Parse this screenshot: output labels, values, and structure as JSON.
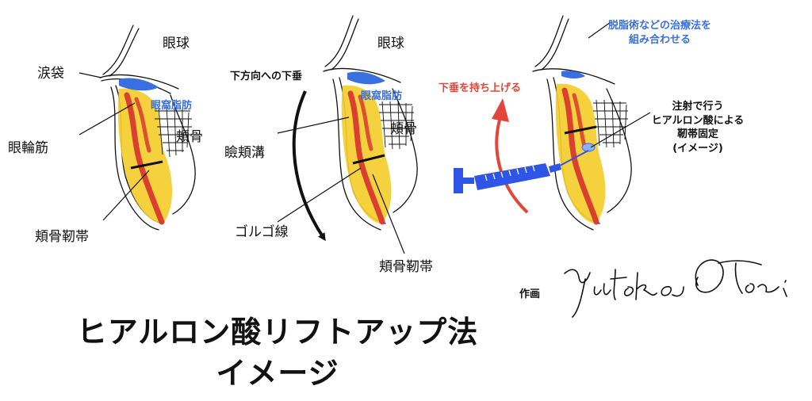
{
  "panel1": {
    "label_eyeball": "眼球",
    "label_tear_trough": "涙袋",
    "label_orbital_fat": "眼窩脂肪",
    "label_orbicularis": "眼輪筋",
    "label_cheekbone": "頬骨",
    "label_zygomatic_ligament": "頬骨靭帯"
  },
  "panel2": {
    "label_eyeball": "眼球",
    "label_downward_sag": "下方向への下垂",
    "label_orbital_fat": "眼窩脂肪",
    "label_cheekbone": "頬骨",
    "label_palpebromalar_groove": "瞼頬溝",
    "label_golgo_line": "ゴルゴ線",
    "label_zygomatic_ligament": "頬骨靭帯"
  },
  "panel3": {
    "label_lift_sag": "下垂を持ち上げる",
    "label_treatment_line1": "脱脂術などの治療法を",
    "label_treatment_line2": "組み合わせる",
    "label_injection_line1": "注射で行う",
    "label_injection_line2": "ヒアルロン酸による",
    "label_injection_line3": "靭帯固定",
    "label_injection_line4": "(イメージ)"
  },
  "credit": {
    "label": "作画",
    "signature": "Yutaka Otani"
  },
  "title": {
    "line1": "ヒアルロン酸リフトアップ法",
    "line2": "イメージ"
  },
  "colors": {
    "fat_yellow": "#f3cd2c",
    "muscle_red": "#d82f2f",
    "orbital_fat_blue": "#3a6fe0",
    "syringe_blue": "#2f55e6",
    "lift_arrow_red": "#e0463a",
    "ink": "#111111"
  }
}
